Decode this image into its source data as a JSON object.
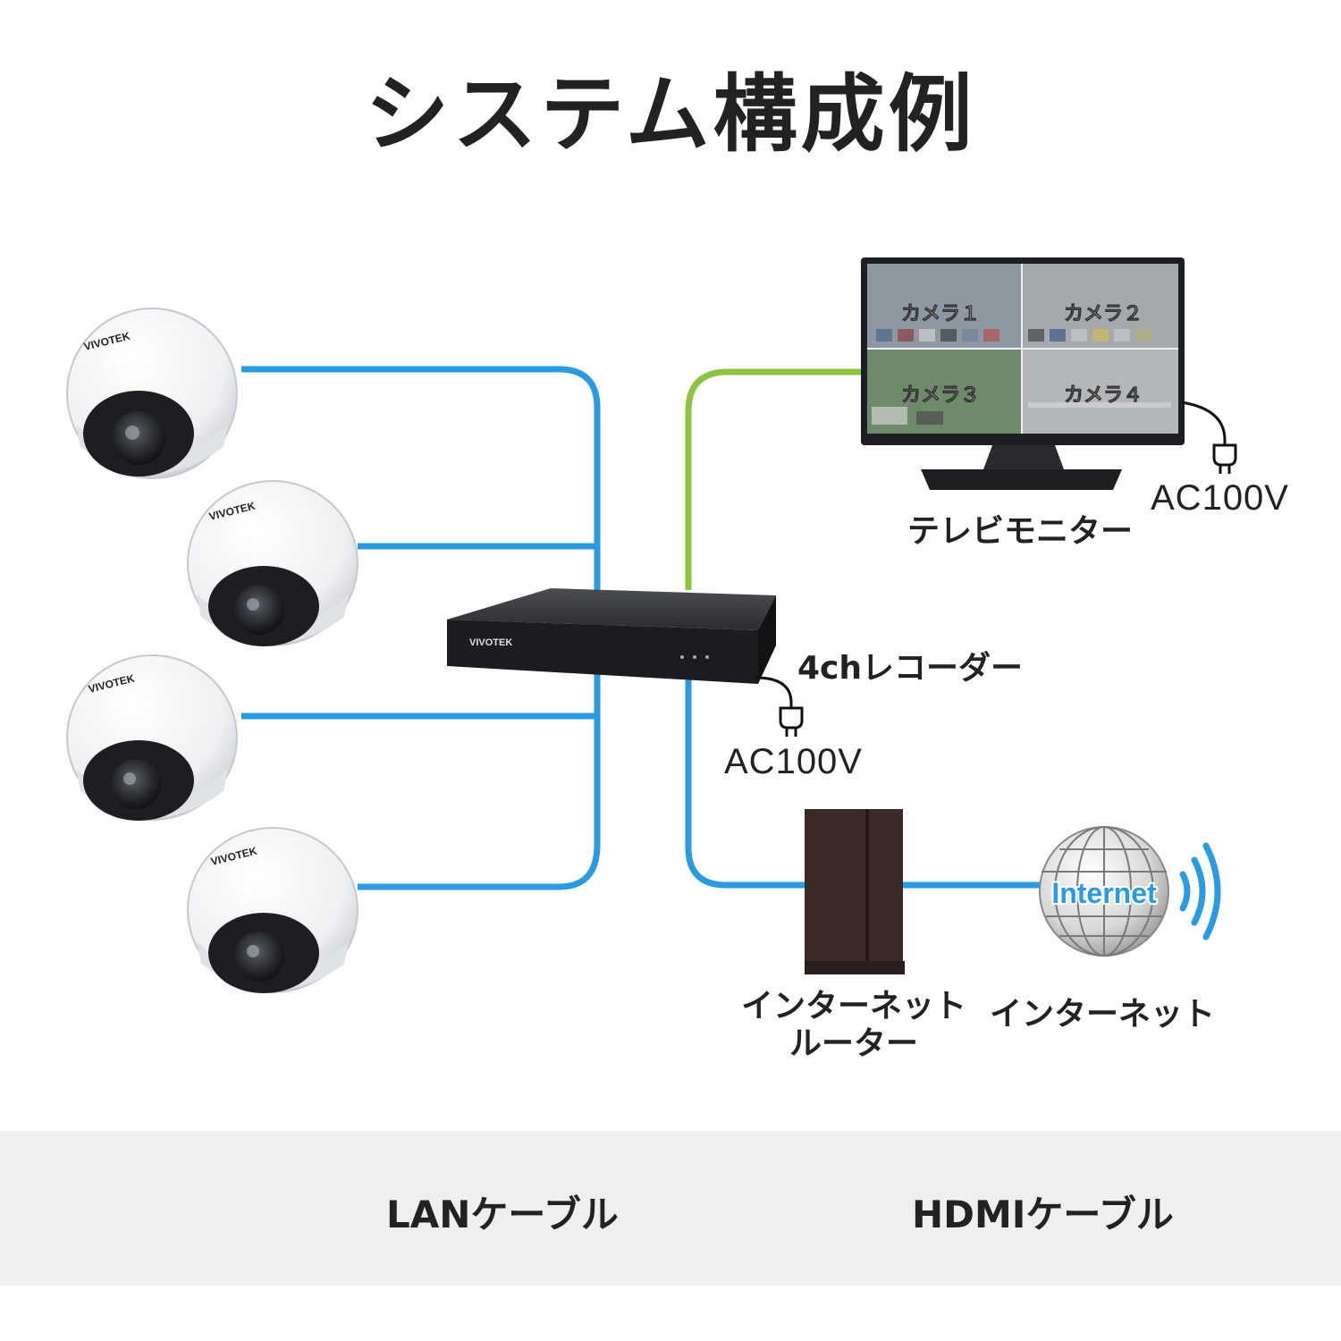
{
  "title": "システム構成例",
  "colors": {
    "lan": "#2a9be0",
    "hdmi": "#8cc43f",
    "device": "#2b2b2b",
    "router": "#3a2b27",
    "legend_bg": "#efefef"
  },
  "cameras": [
    {
      "brand": "VIVOTEK"
    },
    {
      "brand": "VIVOTEK"
    },
    {
      "brand": "VIVOTEK"
    },
    {
      "brand": "VIVOTEK"
    }
  ],
  "monitor": {
    "label": "テレビモニター",
    "power": "AC100V",
    "views": [
      "カメラ１",
      "カメラ２",
      "カメラ３",
      "カメラ４"
    ]
  },
  "recorder": {
    "label": "4chレコーダー",
    "brand": "VIVOTEK",
    "power": "AC100V"
  },
  "router": {
    "label_line1": "インターネット",
    "label_line2": "ルーター"
  },
  "internet": {
    "label": "インターネット",
    "globe_text": "Internet"
  },
  "legend": {
    "lan": {
      "label": "LANケーブル",
      "icon": "lan-connector-icon"
    },
    "hdmi": {
      "label": "HDMIケーブル",
      "icon": "hdmi-connector-icon"
    }
  }
}
